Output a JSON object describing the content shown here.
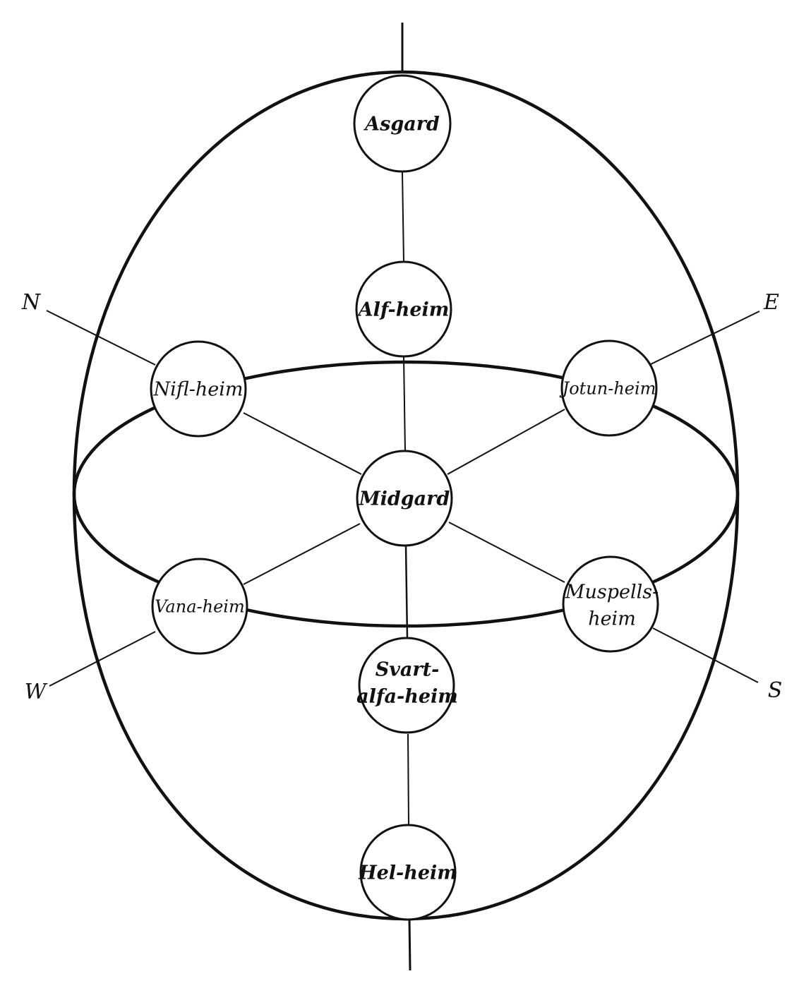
{
  "worlds": {
    "asgard": "Asgard",
    "alfheim": "Alf-heim",
    "nifl": "Nifl-heim",
    "jotun": "Jotun-heim",
    "midgard": "Midgard",
    "vana": "Vana-heim",
    "muspells_1": "Muspells-",
    "muspells_2": "heim",
    "svart_1": "Svart-",
    "svart_2": "alfa-heim",
    "hel": "Hel-heim"
  },
  "directions": {
    "north": "N",
    "east": "E",
    "west": "W",
    "south": "S"
  }
}
